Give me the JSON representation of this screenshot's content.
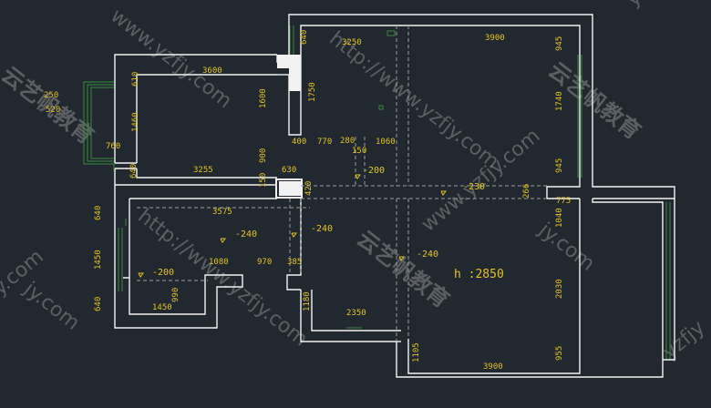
{
  "colors": {
    "background": "#212830",
    "wall": "#f2f2f2",
    "dimension_text": "#e3c420",
    "window": "#3b8a3b",
    "dashed": "#9a9a9a",
    "watermark": "#8c8c8c"
  },
  "dimensions": {
    "d640_top": "640",
    "d3250": "3250",
    "d3900_top": "3900",
    "d945_top": "945",
    "d3600": "3600",
    "d610": "610",
    "d1600": "1600",
    "d1750": "1750",
    "d1740": "1740",
    "d250": "250",
    "d520": "520",
    "d1460": "1460",
    "d760": "760",
    "d400": "400",
    "d770": "770",
    "d280": "280",
    "d1060": "1060",
    "d150_mid": "150",
    "d640_left": "640",
    "d3255": "3255",
    "d900": "900",
    "d630": "630",
    "d150_small": "150",
    "d945_right": "945",
    "d420": "420",
    "d266": "266",
    "d775": "775",
    "d640_l2": "640",
    "d3575": "3575",
    "d1040": "1040",
    "d1450_l": "1450",
    "d1080": "1080",
    "d970": "970",
    "d385": "385",
    "d2030": "2030",
    "d640_bl": "640",
    "d990": "990",
    "d1450_b": "1450",
    "d1180": "1180",
    "d2350": "2350",
    "d1105": "1105",
    "d3900_bot": "3900",
    "d955": "955"
  },
  "levels": {
    "l1": "-200",
    "l2": "-230",
    "l3": "-240",
    "l4": "-240",
    "l5": "-200",
    "l6": "-240"
  },
  "ceiling_height": "h :2850",
  "watermarks": {
    "url": "http://www.yzfjy.com",
    "url_short": "www.yzfjy.com",
    "brand": "云艺帆教育",
    "frag1": "yzfjy",
    "frag2": "jy.com",
    "frag3": "y.com"
  }
}
